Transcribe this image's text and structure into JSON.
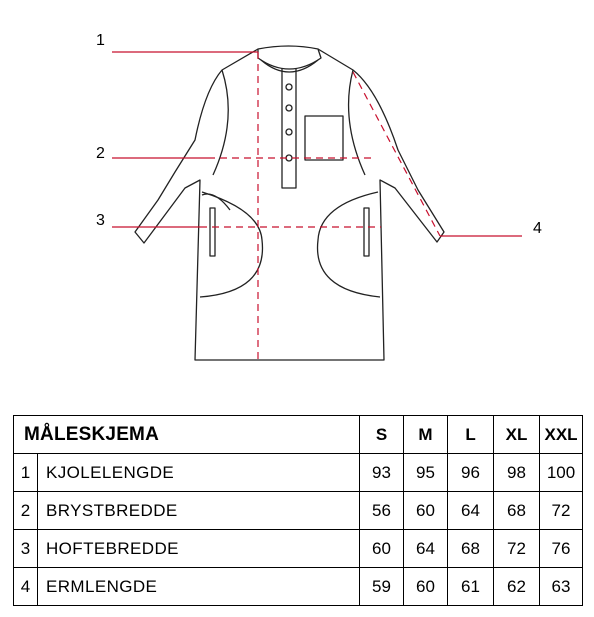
{
  "callouts": [
    "1",
    "2",
    "3",
    "4"
  ],
  "table": {
    "title": "MÅLESKJEMA",
    "sizes": [
      "S",
      "M",
      "L",
      "XL",
      "XXL"
    ],
    "rows": [
      {
        "num": "1",
        "name": "KJOLELENGDE",
        "values": [
          "93",
          "95",
          "96",
          "98",
          "100"
        ]
      },
      {
        "num": "2",
        "name": "BRYSTBREDDE",
        "values": [
          "56",
          "60",
          "64",
          "68",
          "72"
        ]
      },
      {
        "num": "3",
        "name": "HOFTEBREDDE",
        "values": [
          "60",
          "64",
          "68",
          "72",
          "76"
        ]
      },
      {
        "num": "4",
        "name": "ERMLENGDE",
        "values": [
          "59",
          "60",
          "61",
          "62",
          "63"
        ]
      }
    ]
  },
  "colors": {
    "measure_line": "#c8102e",
    "outline": "#222222"
  }
}
